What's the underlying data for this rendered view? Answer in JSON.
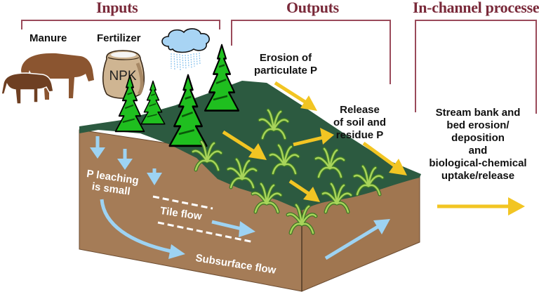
{
  "headers": {
    "inputs": "Inputs",
    "outputs": "Outputs",
    "in_channel": "In-channel processes"
  },
  "input_labels": {
    "manure": "Manure",
    "fertilizer": "Fertilizer",
    "bag_text": "NPK"
  },
  "output_labels": {
    "erosion": [
      "Erosion of",
      "particulate P"
    ],
    "release": [
      "Release",
      "of soil and",
      "residue P"
    ]
  },
  "in_channel_text": [
    "Stream bank and",
    "bed erosion/",
    "deposition",
    "and",
    "biological-chemical",
    "uptake/release"
  ],
  "subsurface_labels": {
    "leaching": [
      "P leaching",
      "is small"
    ],
    "tile_flow": "Tile flow",
    "subsurface_flow": "Subsurface flow"
  },
  "colors": {
    "header": "#7a2a3a",
    "bracket": "#9a4a5a",
    "soil": "#a57c57",
    "grass": "#2c5a40",
    "tree": "#22cc22",
    "crop": "#9bc850",
    "surface_arrow": "#f2c523",
    "water_arrow": "#9dd3f3",
    "cattle_large": "#8b5530",
    "cattle_small": "#6e3f22",
    "cloud": "#a8d4f4"
  }
}
